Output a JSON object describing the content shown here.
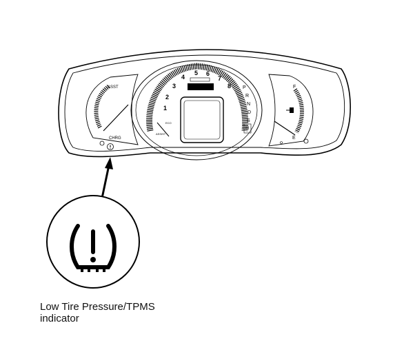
{
  "gauges": {
    "left_top": "ASST",
    "left_bottom": "CHRG",
    "center_small_labels": [
      "ECO",
      "ASSIST"
    ],
    "rpm_numbers": [
      "1",
      "2",
      "3",
      "4",
      "5",
      "6",
      "7",
      "8"
    ],
    "gear_letters": [
      "P",
      "R",
      "N",
      "D",
      "S"
    ],
    "gear_mode": "M",
    "fuel_full": "F",
    "fuel_empty": "E"
  },
  "caption": {
    "line1": "Low Tire Pressure/TPMS",
    "line2": "indicator"
  },
  "icons": {
    "callout": "tpms-warning-icon",
    "small": "tpms-indicator-icon",
    "fuel": "fuel-pump-icon"
  }
}
